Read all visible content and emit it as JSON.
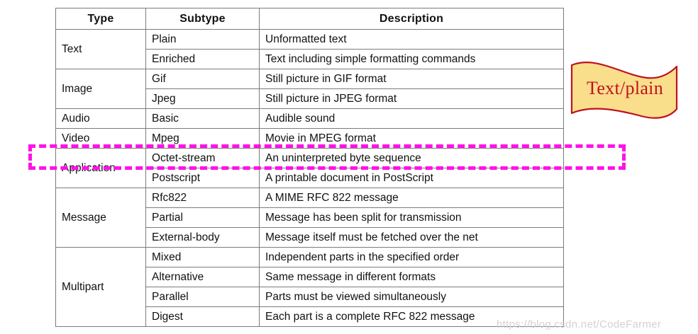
{
  "table": {
    "headers": [
      "Type",
      "Subtype",
      "Description"
    ],
    "groups": [
      {
        "type": "Text",
        "rows": [
          {
            "subtype": "Plain",
            "description": "Unformatted text"
          },
          {
            "subtype": "Enriched",
            "description": "Text including simple formatting commands"
          }
        ]
      },
      {
        "type": "Image",
        "rows": [
          {
            "subtype": "Gif",
            "description": "Still picture in GIF format"
          },
          {
            "subtype": "Jpeg",
            "description": "Still picture in JPEG format"
          }
        ]
      },
      {
        "type": "Audio",
        "rows": [
          {
            "subtype": "Basic",
            "description": "Audible sound"
          }
        ]
      },
      {
        "type": "Video",
        "rows": [
          {
            "subtype": "Mpeg",
            "description": "Movie in MPEG format"
          }
        ]
      },
      {
        "type": "Application",
        "rows": [
          {
            "subtype": "Octet-stream",
            "description": "An uninterpreted byte sequence"
          },
          {
            "subtype": "Postscript",
            "description": "A printable document in PostScript"
          }
        ]
      },
      {
        "type": "Message",
        "rows": [
          {
            "subtype": "Rfc822",
            "description": "A MIME RFC 822 message"
          },
          {
            "subtype": "Partial",
            "description": "Message has been split for transmission"
          },
          {
            "subtype": "External-body",
            "description": "Message itself must be fetched over the net"
          }
        ]
      },
      {
        "type": "Multipart",
        "rows": [
          {
            "subtype": "Mixed",
            "description": "Independent parts in the specified order"
          },
          {
            "subtype": "Alternative",
            "description": "Same message in different formats"
          },
          {
            "subtype": "Parallel",
            "description": "Parts must be viewed simultaneously"
          },
          {
            "subtype": "Digest",
            "description": "Each part is a complete RFC 822 message"
          }
        ]
      }
    ]
  },
  "annotation": {
    "highlight_color": "#FF12E8",
    "highlight_style": "dashed-rectangle",
    "highlighted_row": "Application / Octet-stream"
  },
  "banner": {
    "label": "Text/plain",
    "fill_color": "#F9DE8C",
    "border_color": "#C1121C",
    "text_color": "#C1121C"
  },
  "watermark": {
    "text": "https://blog.csdn.net/CodeFarmer"
  }
}
